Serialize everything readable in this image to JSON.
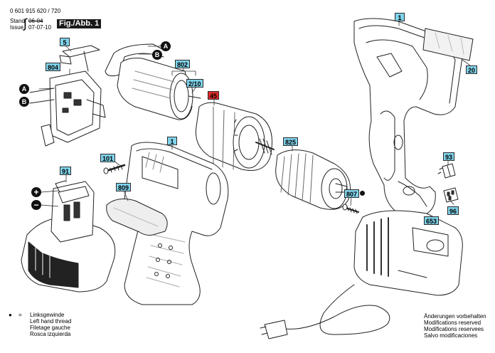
{
  "header": {
    "part_number": "0 601 915 620 / 720",
    "stand_label": "Stand",
    "stand_value_struck": "06-04",
    "issue_label": "Issue",
    "issue_value": "07-07-10",
    "figure_label": "Fig./Abb. 1"
  },
  "callouts": {
    "c1_top": "1",
    "c20": "20",
    "c5": "5",
    "c804": "804",
    "c802": "802",
    "c2_10": "2/10",
    "c45": "45",
    "c825": "825",
    "c101": "101",
    "c1_mid": "1",
    "c809": "809",
    "c91": "91",
    "c93": "93",
    "c96": "96",
    "c807": "807",
    "c653": "653"
  },
  "connection_labels": {
    "a_top": "A",
    "b_top": "B",
    "a_left": "A",
    "b_left": "B"
  },
  "polarity": {
    "plus": "+",
    "minus": "−"
  },
  "legend": {
    "bullet": "●",
    "equals": "=",
    "lines": [
      "Linksgewinde",
      "Left hand thread",
      "Filetage gauche",
      "Rosca izquierda"
    ]
  },
  "footer_notes": [
    "Änderungen vorbehalten",
    "Modifications reserved",
    "Modifications reservees",
    "Salvo modificaciones"
  ],
  "colors": {
    "callout_fill": "#7fd3ea",
    "callout_highlight": "#e02a2a",
    "line_art": "#222222"
  }
}
